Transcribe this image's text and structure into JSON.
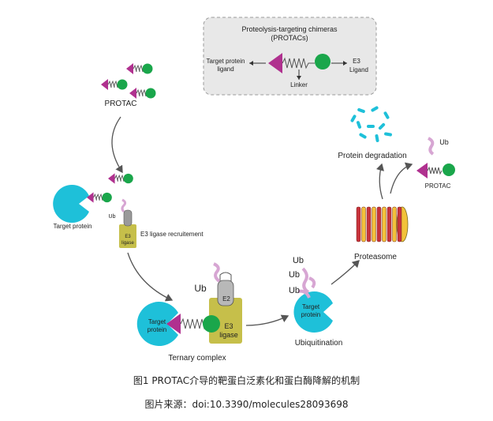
{
  "legend_box": {
    "title_line1": "Proteolysis-targeting chimeras",
    "title_line2": "(PROTACs)",
    "target_label_line1": "Target protein",
    "target_label_line2": "ligand",
    "e3_label_line1": "E3",
    "e3_label_line2": "Ligand",
    "linker_label": "Linker"
  },
  "labels": {
    "protac_top": "PROTAC",
    "target_protein": "Target protein",
    "ub": "Ub",
    "e3_small": "E3",
    "ligase_small": "ligase",
    "e3_recruitment": "E3 ligase recruitement",
    "ternary_complex": "Ternary complex",
    "target_line1": "Target",
    "target_line2": "protein",
    "e2": "E2",
    "e3": "E3",
    "ligase": "ligase",
    "ubiquitination": "Ubiquitination",
    "proteasome": "Proteasome",
    "protein_degradation": "Protein degradation",
    "protac_right": "PROTAC"
  },
  "caption": {
    "figure": "图1 PROTAC介导的靶蛋白泛素化和蛋白酶降解的机制",
    "source": "图片来源：doi:10.3390/molecules28093698"
  },
  "colors": {
    "magenta": "#b0318f",
    "green": "#1aa64b",
    "cyan": "#1ec0d9",
    "ub_pink": "#d7a6d3",
    "olive": "#c6bf4a",
    "gray_box": "#e8e8e8",
    "arrow": "#555555",
    "proteasome_red": "#c8323c",
    "proteasome_yellow": "#f2c23a"
  }
}
